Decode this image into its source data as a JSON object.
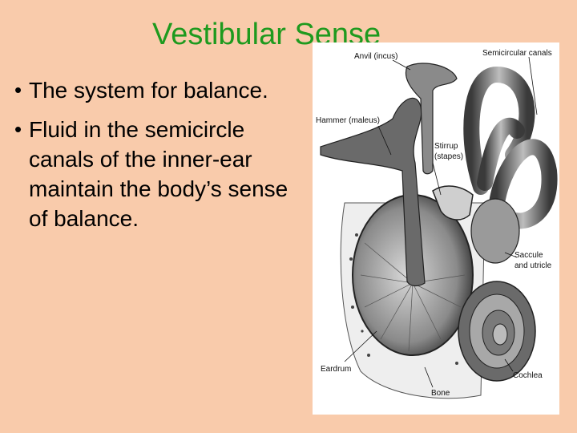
{
  "slide": {
    "title": "Vestibular Sense",
    "bullets": [
      "The system for balance.",
      "Fluid in the semicircle canals of the inner-ear maintain the body’s sense of balance."
    ]
  },
  "figure": {
    "labels": {
      "anvil": "Anvil (incus)",
      "semicircular": "Semicircular canals",
      "hammer": "Hammer (maleus)",
      "stirrup_1": "Stirrup",
      "stirrup_2": "(stapes)",
      "saccule_1": "Saccule",
      "saccule_2": "and utricle",
      "eardrum": "Eardrum",
      "bone": "Bone",
      "cochlea": "Cochlea"
    }
  },
  "colors": {
    "title": "#1e9a1e",
    "background": "#f9cbab"
  }
}
